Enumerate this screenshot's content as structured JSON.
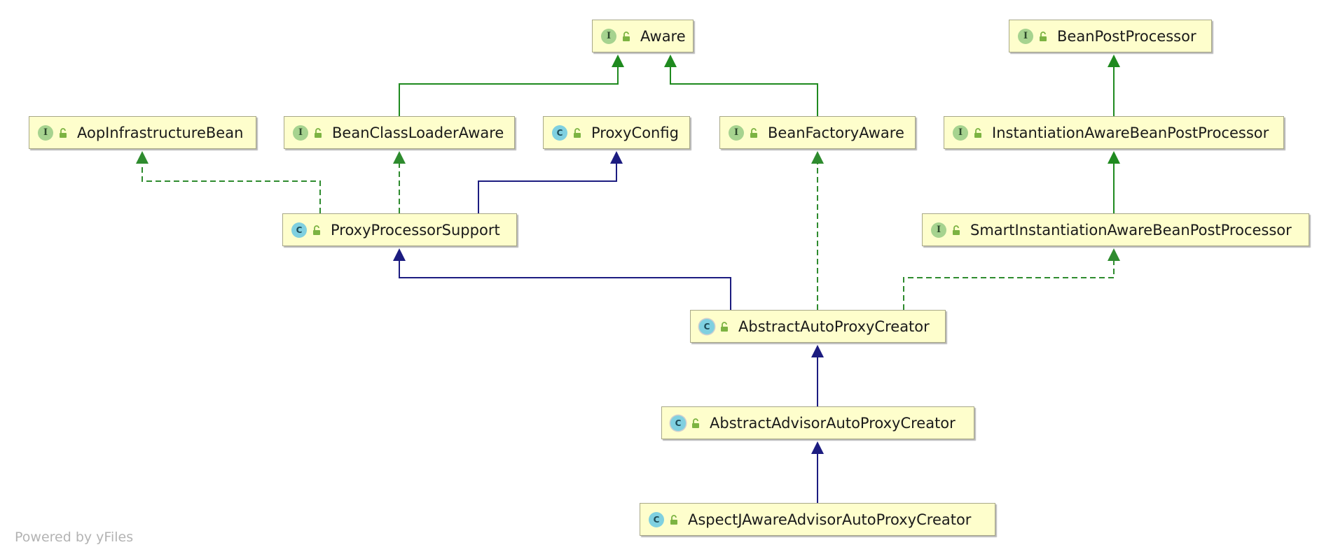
{
  "diagram": {
    "nodes": [
      {
        "id": "aware",
        "kind": "interface",
        "badge": "I",
        "label": "Aware",
        "icon": "unlocked-padlock-icon"
      },
      {
        "id": "bpp",
        "kind": "interface",
        "badge": "I",
        "label": "BeanPostProcessor",
        "icon": "unlocked-padlock-icon"
      },
      {
        "id": "aib",
        "kind": "interface",
        "badge": "I",
        "label": "AopInfrastructureBean",
        "icon": "unlocked-padlock-icon"
      },
      {
        "id": "bcla",
        "kind": "interface",
        "badge": "I",
        "label": "BeanClassLoaderAware",
        "icon": "unlocked-padlock-icon"
      },
      {
        "id": "pc",
        "kind": "class",
        "badge": "C",
        "label": "ProxyConfig",
        "icon": "unlocked-padlock-icon"
      },
      {
        "id": "bfa",
        "kind": "interface",
        "badge": "I",
        "label": "BeanFactoryAware",
        "icon": "unlocked-padlock-icon"
      },
      {
        "id": "iabpp",
        "kind": "interface",
        "badge": "I",
        "label": "InstantiationAwareBeanPostProcessor",
        "icon": "unlocked-padlock-icon"
      },
      {
        "id": "pps",
        "kind": "class",
        "badge": "C",
        "label": "ProxyProcessorSupport",
        "icon": "unlocked-padlock-icon"
      },
      {
        "id": "siabpp",
        "kind": "interface",
        "badge": "I",
        "label": "SmartInstantiationAwareBeanPostProcessor",
        "icon": "unlocked-padlock-icon"
      },
      {
        "id": "aapc",
        "kind": "abstract-class",
        "badge": "C",
        "label": "AbstractAutoProxyCreator",
        "icon": "unlocked-padlock-icon"
      },
      {
        "id": "aaapc",
        "kind": "abstract-class",
        "badge": "C",
        "label": "AbstractAdvisorAutoProxyCreator",
        "icon": "unlocked-padlock-icon"
      },
      {
        "id": "ajaapc",
        "kind": "class",
        "badge": "C",
        "label": "AspectJAwareAdvisorAutoProxyCreator",
        "icon": "unlocked-padlock-icon"
      }
    ],
    "edges": [
      {
        "from": "bcla",
        "to": "aware",
        "type": "interface-extends"
      },
      {
        "from": "bfa",
        "to": "aware",
        "type": "interface-extends"
      },
      {
        "from": "iabpp",
        "to": "bpp",
        "type": "interface-extends"
      },
      {
        "from": "siabpp",
        "to": "iabpp",
        "type": "interface-extends"
      },
      {
        "from": "pps",
        "to": "aib",
        "type": "implements"
      },
      {
        "from": "pps",
        "to": "bcla",
        "type": "implements"
      },
      {
        "from": "pps",
        "to": "pc",
        "type": "class-extends"
      },
      {
        "from": "aapc",
        "to": "pps",
        "type": "class-extends"
      },
      {
        "from": "aapc",
        "to": "bfa",
        "type": "implements"
      },
      {
        "from": "aapc",
        "to": "siabpp",
        "type": "implements"
      },
      {
        "from": "aaapc",
        "to": "aapc",
        "type": "class-extends"
      },
      {
        "from": "ajaapc",
        "to": "aaapc",
        "type": "class-extends"
      }
    ],
    "colors": {
      "node_fill": "#fefecc",
      "node_border": "#a8a888",
      "interface_extends": "#1f8a1f",
      "implements": "#2e8b2e",
      "class_extends": "#1c1c80",
      "interface_badge": "#a6d38f",
      "class_badge": "#7fd0e0",
      "lock_icon": "#7cb342"
    }
  },
  "footer": {
    "credit": "Powered by yFiles"
  }
}
